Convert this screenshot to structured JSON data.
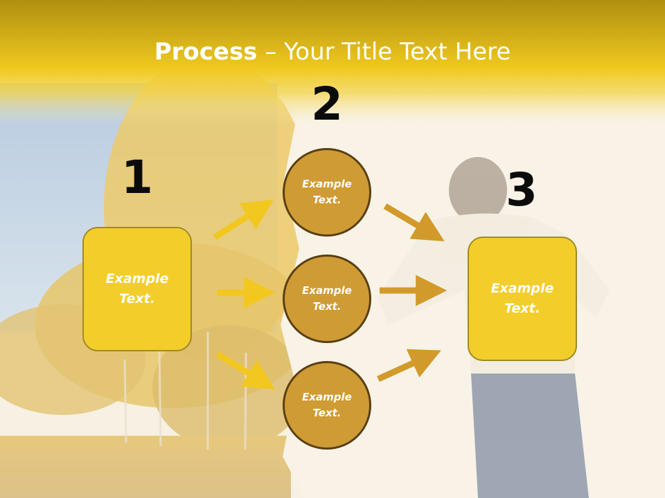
{
  "title": {
    "bold": "Process",
    "rest": " – Your Title Text Here"
  },
  "steps": {
    "one": {
      "number": "1",
      "text": "Example Text."
    },
    "two": {
      "number": "2",
      "items": [
        "Example Text.",
        "Example Text.",
        "Example Text."
      ]
    },
    "three": {
      "number": "3",
      "text": "Example Text."
    }
  },
  "colors": {
    "header": "#f0c91f",
    "box_fill": "#f3cd2a",
    "circle_fill": "#cf9b35",
    "arrow_left": "#f2c720",
    "arrow_right": "#d29a2a"
  }
}
